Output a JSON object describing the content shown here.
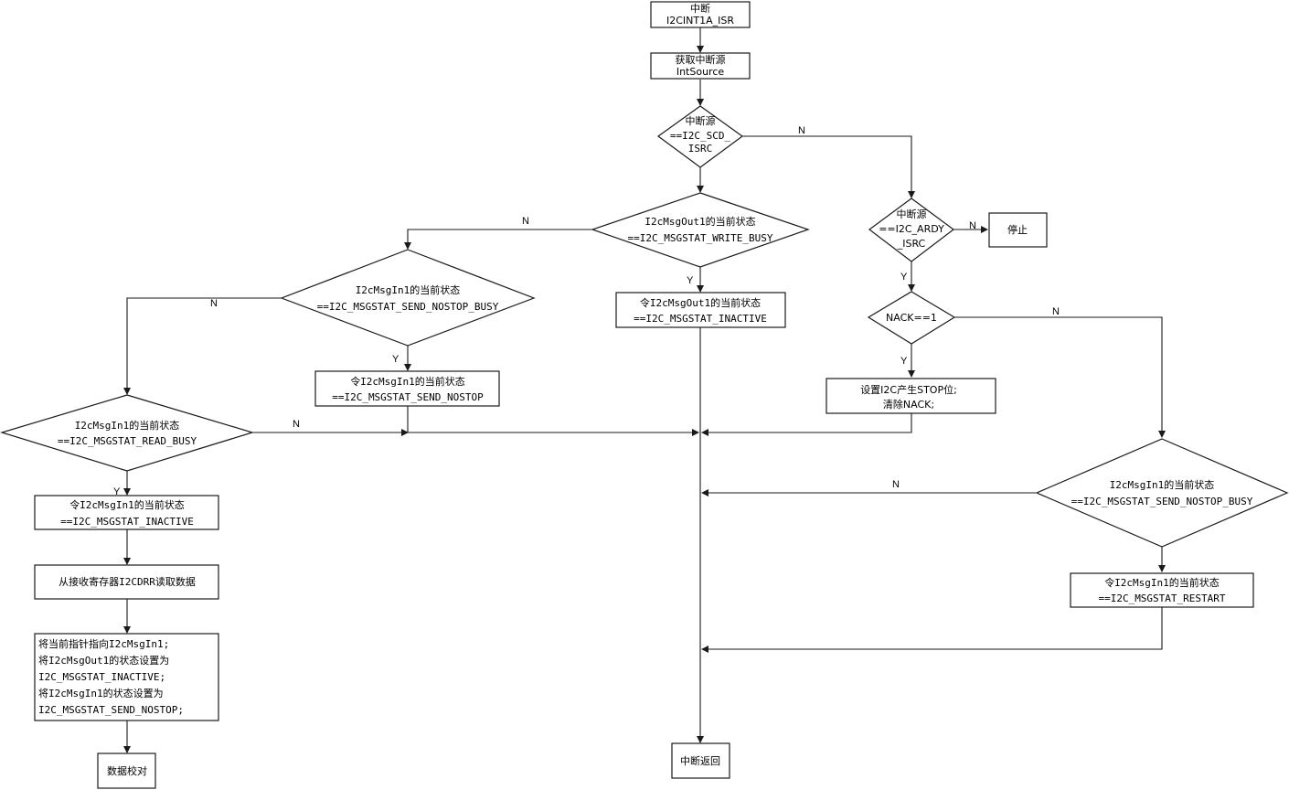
{
  "nodes": {
    "isr_start": [
      "中断",
      "I2CINT1A_ISR"
    ],
    "get_source": [
      "获取中断源",
      "IntSource"
    ],
    "dec_scd": [
      "中断源",
      "==I2C_SCD_",
      "ISRC"
    ],
    "dec_write_busy": [
      "I2cMsgOut1的当前状态",
      "==I2C_MSGSTAT_WRITE_BUSY"
    ],
    "set_out_inactive": [
      "令I2cMsgOut1的当前状态",
      "==I2C_MSGSTAT_INACTIVE"
    ],
    "dec_send_nostop_busy_left": [
      "I2cMsgIn1的当前状态",
      "==I2C_MSGSTAT_SEND_NOSTOP_BUSY"
    ],
    "set_in_send_nostop": [
      "令I2cMsgIn1的当前状态",
      "==I2C_MSGSTAT_SEND_NOSTOP"
    ],
    "dec_read_busy": [
      "I2cMsgIn1的当前状态",
      "==I2C_MSGSTAT_READ_BUSY"
    ],
    "set_in_inactive": [
      "令I2cMsgIn1的当前状态",
      "==I2C_MSGSTAT_INACTIVE"
    ],
    "read_data": [
      "从接收寄存器I2CDRR读取数据"
    ],
    "set_pointer": [
      "将当前指针指向I2cMsgIn1;",
      "将I2cMsgOut1的状态设置为",
      "I2C_MSGSTAT_INACTIVE;",
      "将I2cMsgIn1的状态设置为",
      "I2C_MSGSTAT_SEND_NOSTOP;"
    ],
    "verify_data": [
      "数据校对"
    ],
    "isr_return": [
      "中断返回"
    ],
    "dec_ardy": [
      "中断源",
      "==I2C_ARDY",
      "_ISRC"
    ],
    "stop": [
      "停止"
    ],
    "dec_nack": [
      "NACK==1"
    ],
    "set_stop_bit": [
      "设置I2C产生STOP位;",
      "清除NACK;"
    ],
    "dec_send_nostop_busy_right": [
      "I2cMsgIn1的当前状态",
      "==I2C_MSGSTAT_SEND_NOSTOP_BUSY"
    ],
    "set_in_restart": [
      "令I2cMsgIn1的当前状态",
      "==I2C_MSGSTAT_RESTART"
    ]
  },
  "edge_labels": {
    "scd_no": "N",
    "write_busy_no": "N",
    "write_busy_yes": "Y",
    "send_nostop_busy_left_no": "N",
    "send_nostop_busy_left_yes": "Y",
    "read_busy_no": "N",
    "read_busy_yes": "Y",
    "ardy_no": "N",
    "ardy_yes": "Y",
    "nack_no": "N",
    "nack_yes": "Y",
    "send_nostop_busy_right_no": "N"
  }
}
